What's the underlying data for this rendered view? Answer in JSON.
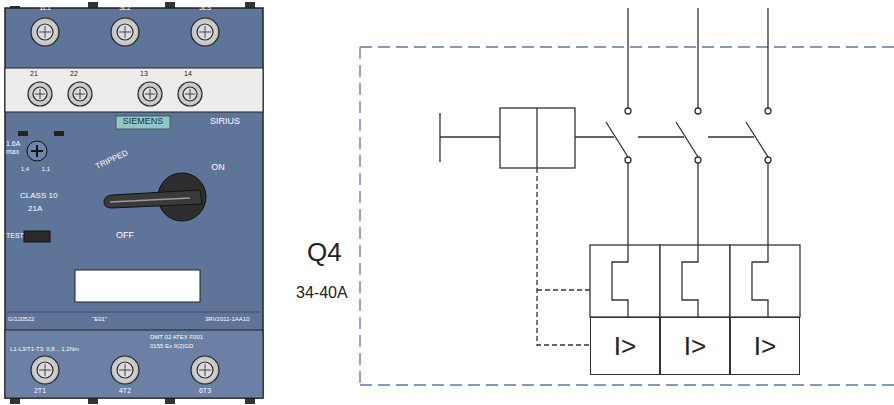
{
  "diagram": {
    "nodes": [
      {
        "text": [
          "I>"
        ]
      },
      {
        "text": [
          "I>"
        ]
      },
      {
        "text": [
          "I>"
        ]
      }
    ],
    "labels": [
      "1L1",
      "3L2",
      "5L3",
      "21",
      "22",
      "13",
      "14",
      "SIEMENS",
      "SIRIUS",
      "1.6A max",
      "1,4",
      "1,1",
      "TRIPPED",
      "ON",
      "CLASS 10",
      "21A",
      "TEST",
      "OFF",
      "G/120522",
      "\"E01\"",
      "3RV2011-1AA10",
      "DMT 02 ATEX F001",
      "0155 Ex II(2)GD",
      "L1-L3/T1-T3: 0,8... 1,2Nm",
      "2T1",
      "4T2",
      "6T3",
      "Q4",
      "34-40A"
    ]
  }
}
